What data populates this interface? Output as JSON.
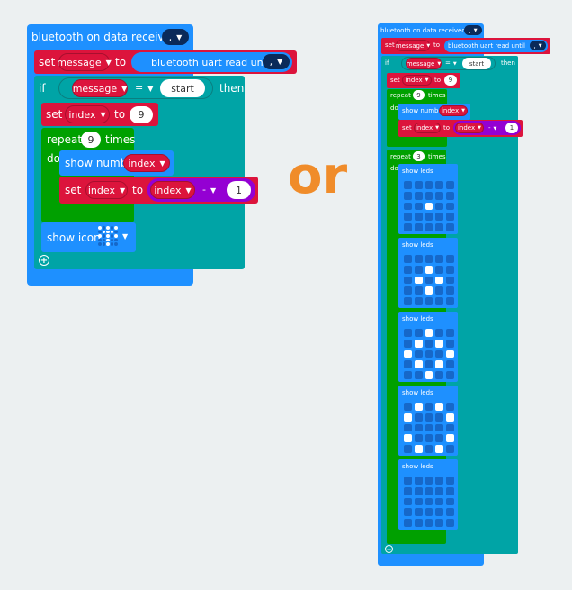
{
  "blocks": {
    "on_event_label": "bluetooth on data received",
    "delimiter": ",",
    "set_label": "set",
    "to_label": "to",
    "message_var": "message",
    "read_until_label": "bluetooth uart read until",
    "if_label": "if",
    "then_label": "then",
    "eq_op": "=",
    "start_text": "start",
    "index_var": "index",
    "index_init": "9",
    "repeat_label": "repeat",
    "times_label": "times",
    "repeat_count": "9",
    "do_label": "do",
    "show_number_label": "show number",
    "minus_op": "-",
    "minus_value": "1",
    "show_icon_label": "show icon",
    "show_leds_label": "show leds",
    "repeat_count_2": "3"
  },
  "separator_text": "or",
  "led_patterns": [
    [
      0,
      0,
      0,
      0,
      0,
      0,
      0,
      0,
      0,
      0,
      0,
      0,
      1,
      0,
      0,
      0,
      0,
      0,
      0,
      0,
      0,
      0,
      0,
      0,
      0
    ],
    [
      0,
      0,
      0,
      0,
      0,
      0,
      0,
      1,
      0,
      0,
      0,
      1,
      0,
      1,
      0,
      0,
      0,
      1,
      0,
      0,
      0,
      0,
      0,
      0,
      0
    ],
    [
      0,
      0,
      1,
      0,
      0,
      0,
      1,
      0,
      1,
      0,
      1,
      0,
      0,
      0,
      1,
      0,
      1,
      0,
      1,
      0,
      0,
      0,
      1,
      0,
      0
    ],
    [
      0,
      1,
      0,
      1,
      0,
      1,
      0,
      0,
      0,
      1,
      0,
      0,
      0,
      0,
      0,
      1,
      0,
      0,
      0,
      1,
      0,
      1,
      0,
      1,
      0
    ],
    [
      0,
      0,
      0,
      0,
      0,
      0,
      0,
      0,
      0,
      0,
      0,
      0,
      0,
      0,
      0,
      0,
      0,
      0,
      0,
      0,
      0,
      0,
      0,
      0,
      0
    ]
  ],
  "colors": {
    "bluetooth_blue": "#1e90ff",
    "variables_red": "#dc143c",
    "logic_teal": "#00a4a6",
    "loops_green": "#00a000",
    "math_purple": "#9400d3",
    "or_orange": "#f08c2a"
  }
}
